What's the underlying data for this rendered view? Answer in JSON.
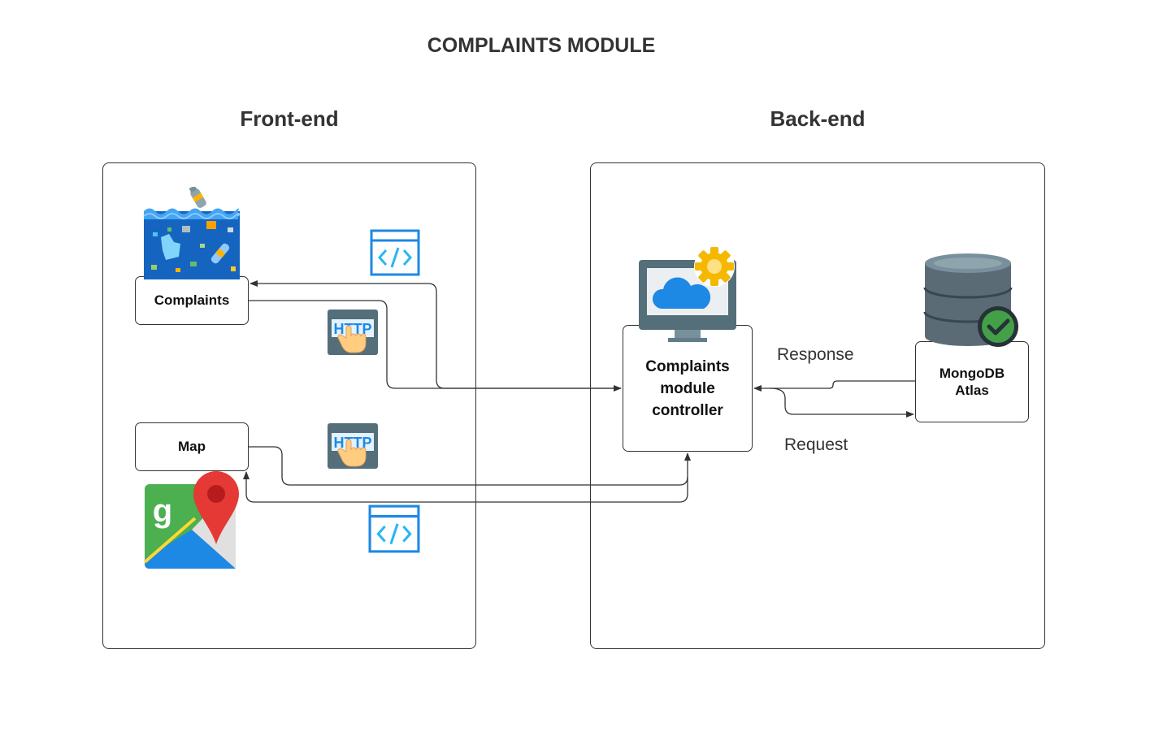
{
  "title": "COMPLAINTS MODULE",
  "sections": {
    "frontend": "Front-end",
    "backend": "Back-end"
  },
  "nodes": {
    "complaints": "Complaints",
    "map": "Map",
    "controller": [
      "Complaints",
      "module",
      "controller"
    ],
    "mongodb": [
      "MongoDB",
      "Atlas"
    ]
  },
  "edge_labels": {
    "response": "Response",
    "request": "Request"
  },
  "icons": {
    "http_badge": "HTTP",
    "maps_letter": "g"
  },
  "colors": {
    "line": "#333333",
    "code_icon": "#1e88e5",
    "gear": "#f5b800",
    "cloud": "#1e88e5",
    "db": "#5b6b76",
    "check": "#43a047"
  }
}
